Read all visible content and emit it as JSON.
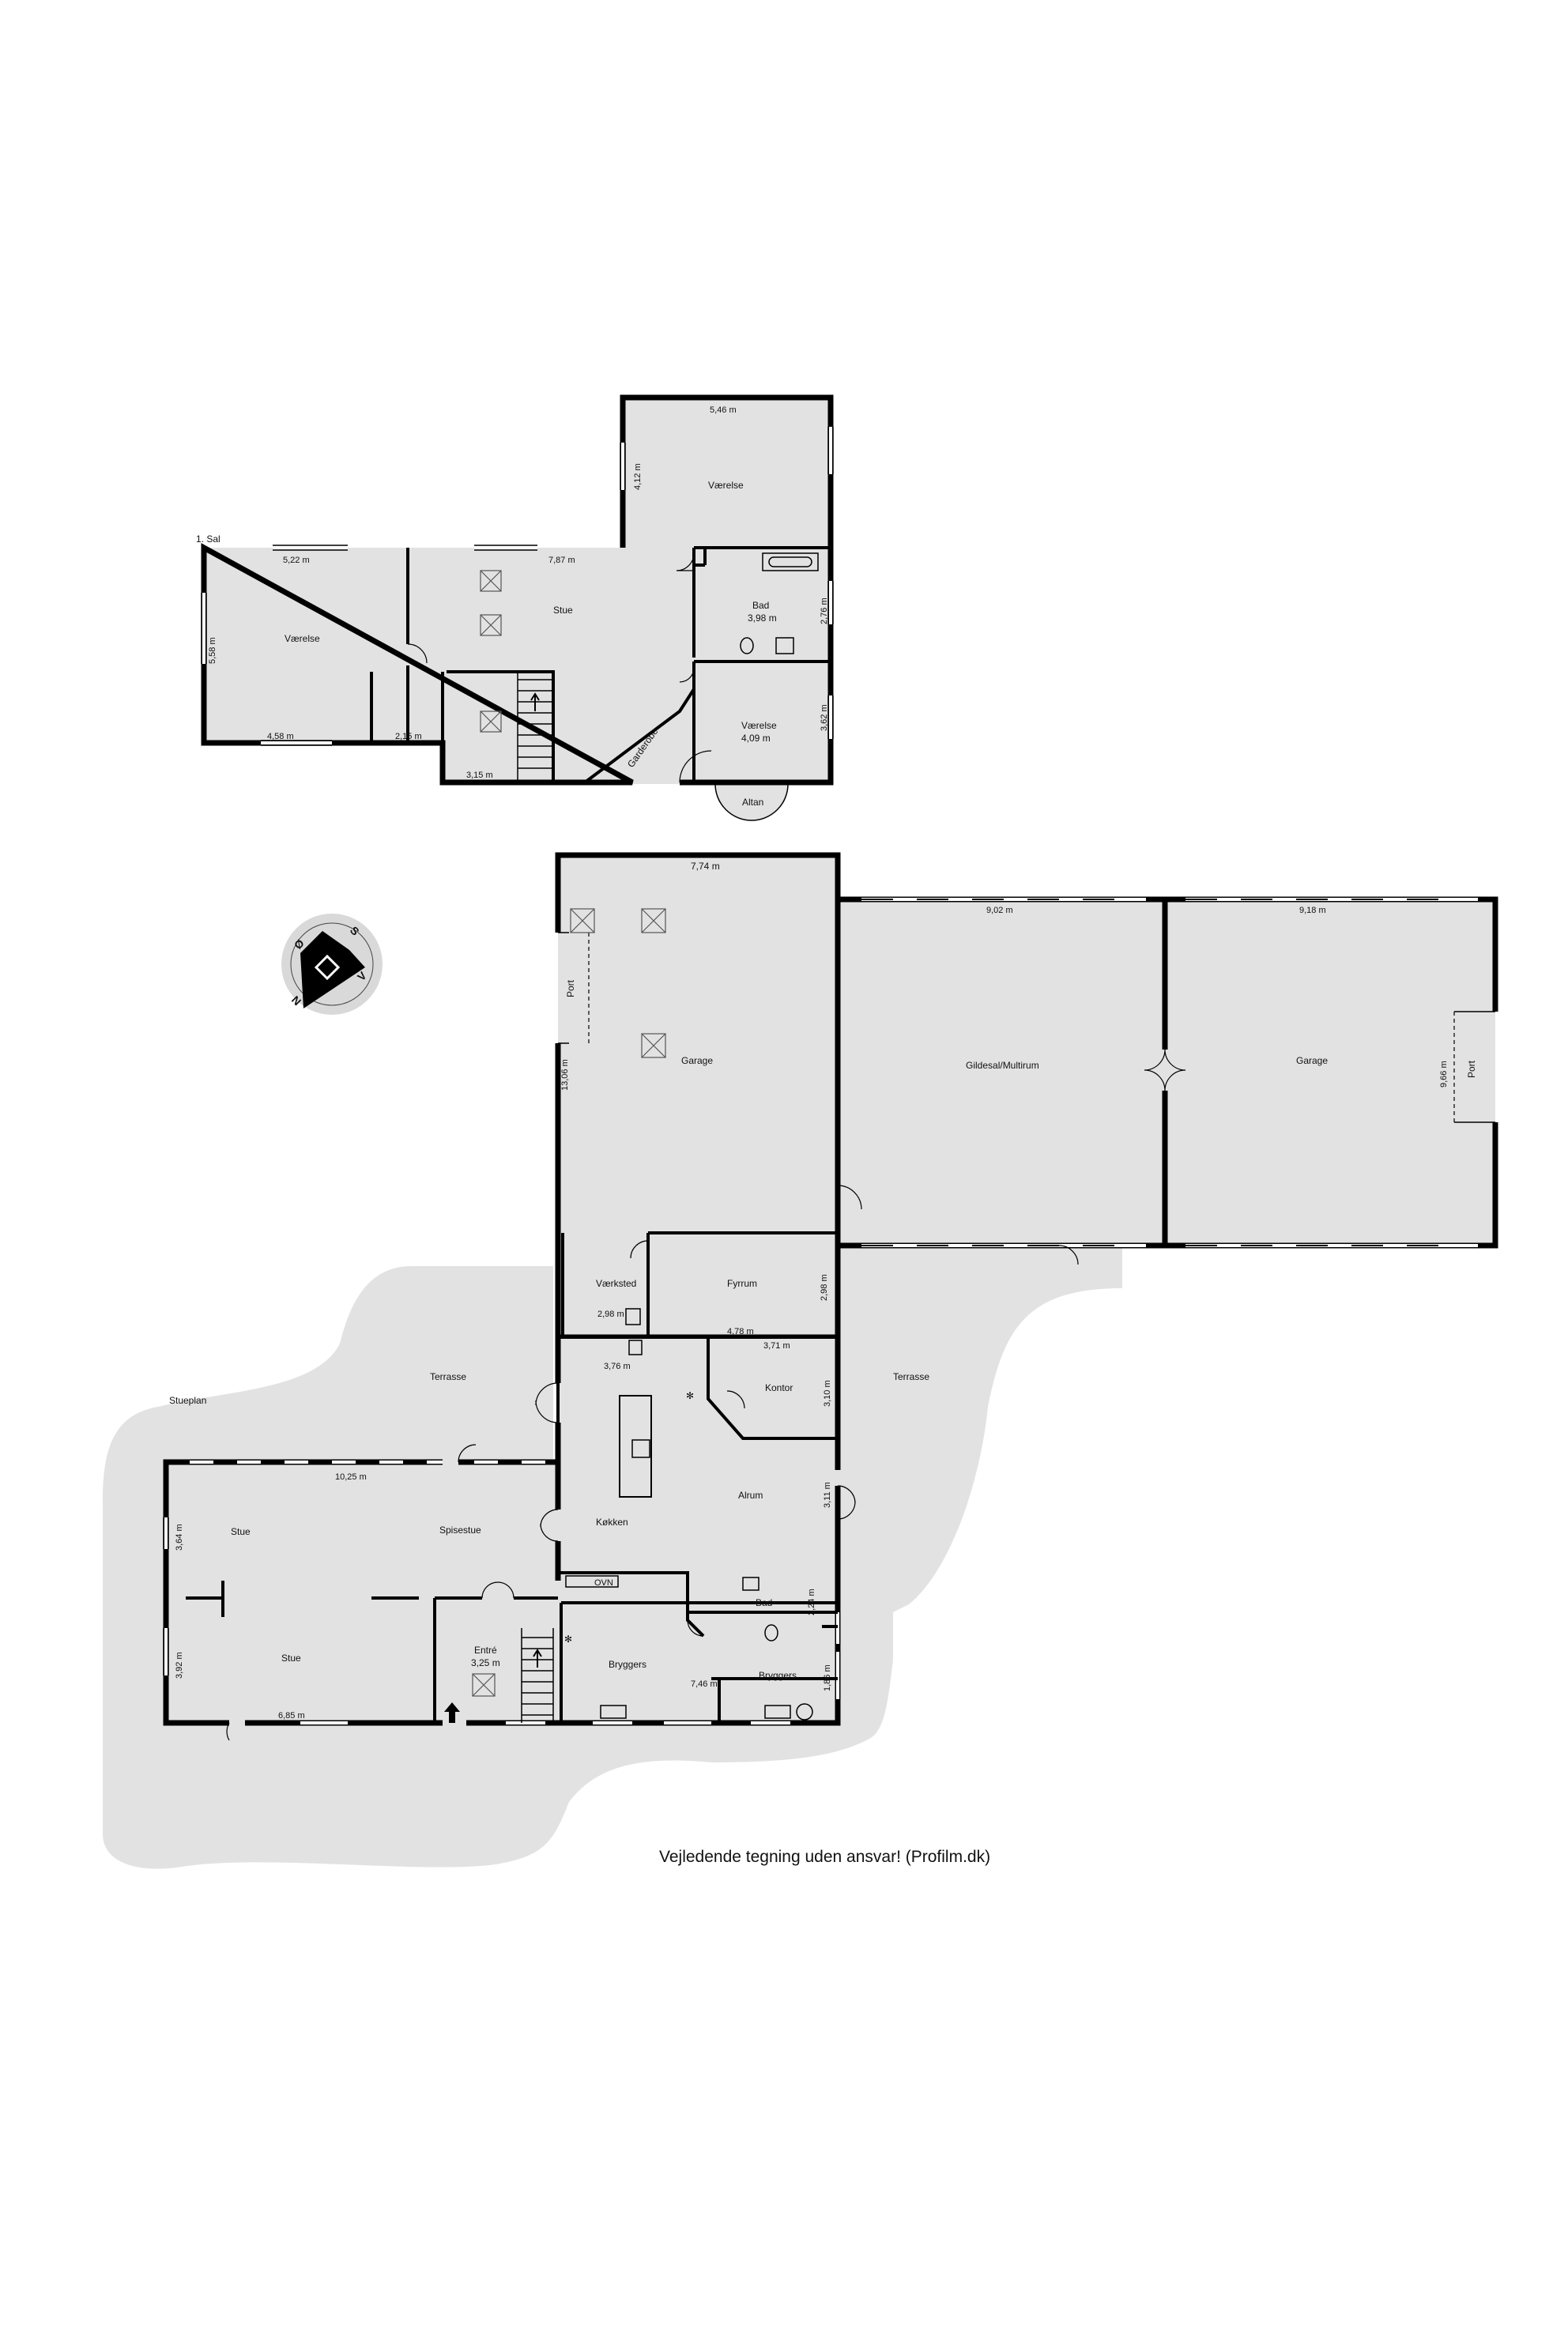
{
  "floors": {
    "first_floor_label": "1. Sal",
    "ground_floor_label": "Stueplan"
  },
  "first_floor": {
    "rooms": {
      "vaerelse_top": "Værelse",
      "vaerelse_left": "Værelse",
      "stue": "Stue",
      "bad": "Bad",
      "bad_area": "3,98 m",
      "vaerelse_right": "Værelse",
      "vaerelse_right_area": "4,09 m",
      "garderobe": "Garderobe",
      "altan": "Altan"
    },
    "dims": {
      "top_width": "5,46 m",
      "top_height": "4,12 m",
      "left_width": "5,22 m",
      "left_height": "5,58 m",
      "stue_width": "7,87 m",
      "bad_height": "2,76 m",
      "right_height": "3,62 m",
      "left_bottom_a": "4,58 m",
      "left_bottom_b": "2,15 m",
      "stair_width": "3,15 m"
    }
  },
  "outbuildings": {
    "rooms": {
      "garage_main": "Garage",
      "port_left": "Port",
      "gildesal": "Gildesal/Multirum",
      "garage_right": "Garage",
      "port_right": "Port",
      "vaerksted": "Værksted",
      "fyrrum": "Fyrrum"
    },
    "dims": {
      "garage_main_width": "7,74 m",
      "garage_main_height": "13,06 m",
      "gildesal_width": "9,02 m",
      "garage_right_width": "9,18 m",
      "garage_right_height": "9,66 m",
      "vaerksted_width": "2,98 m",
      "fyrrum_height": "2,98 m",
      "fyrrum_width": "4,78 m"
    }
  },
  "ground_floor": {
    "rooms": {
      "terrasse_left": "Terrasse",
      "terrasse_right": "Terrasse",
      "kontor": "Kontor",
      "alrum": "Alrum",
      "koekken": "Køkken",
      "stue_a": "Stue",
      "spisestue": "Spisestue",
      "stue_b": "Stue",
      "entre": "Entré",
      "entre_area": "3,25 m",
      "bryggers_a": "Bryggers",
      "bryggers_b": "Bryggers",
      "bad": "Bad",
      "ovn": "OVN"
    },
    "dims": {
      "kitchen_width": "3,76 m",
      "kontor_width": "3,71 m",
      "kontor_height": "3,10 m",
      "alrum_height": "3,11 m",
      "stue_width": "10,25 m",
      "stue_height_a": "3,64 m",
      "stue_height_b": "3,92 m",
      "stue_bottom": "6,85 m",
      "bad_height": "2,24 m",
      "bryggers_height": "1,86 m",
      "bryggers_width": "7,46 m"
    }
  },
  "compass": {
    "letters": [
      "N",
      "Ø",
      "S",
      "V"
    ]
  },
  "disclaimer": "Vejledende tegning uden ansvar! (Profilm.dk)"
}
